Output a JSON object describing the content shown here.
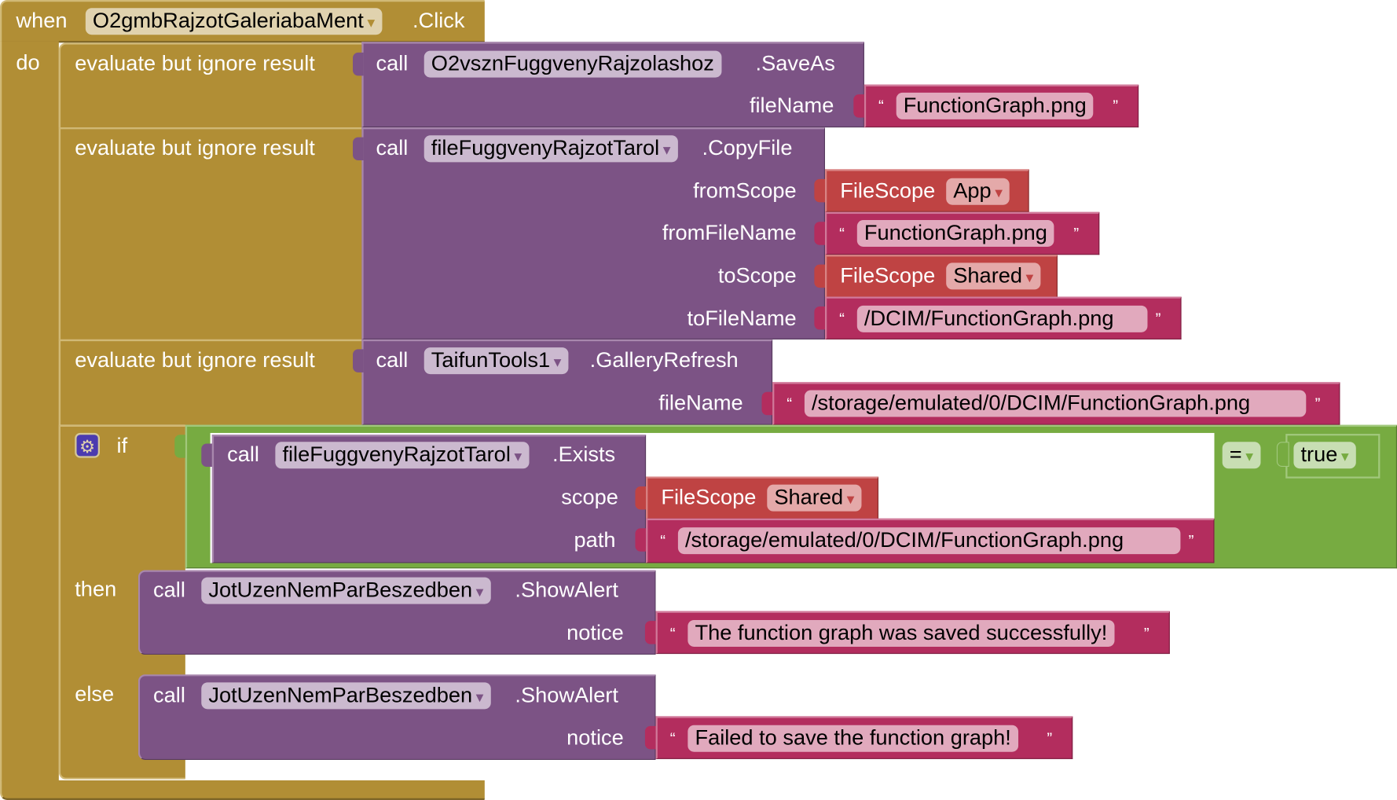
{
  "event": {
    "when_label": "when",
    "component": "O2gmbRajzotGaleriabaMent",
    "event_name": ".Click",
    "do_label": "do"
  },
  "colors": {
    "control": "#b18e35",
    "component_call": "#7c5385",
    "text": "#b32d5e",
    "filescope": "#bf4343",
    "logic": "#77ab41"
  },
  "statements": [
    {
      "label": "evaluate but ignore result",
      "call_label": "call",
      "component": "O2vsznFuggvenyRajzolashoz",
      "method": ".SaveAs",
      "args": [
        {
          "name": "fileName",
          "type": "text",
          "value": "FunctionGraph.png"
        }
      ]
    },
    {
      "label": "evaluate but ignore result",
      "call_label": "call",
      "component": "fileFuggvenyRajzotTarol",
      "method": ".CopyFile",
      "args": [
        {
          "name": "fromScope",
          "type": "filescope",
          "prefix": "FileScope",
          "value": "App"
        },
        {
          "name": "fromFileName",
          "type": "text",
          "value": "FunctionGraph.png"
        },
        {
          "name": "toScope",
          "type": "filescope",
          "prefix": "FileScope",
          "value": "Shared"
        },
        {
          "name": "toFileName",
          "type": "text",
          "value": "/DCIM/FunctionGraph.png"
        }
      ]
    },
    {
      "label": "evaluate but ignore result",
      "call_label": "call",
      "component": "TaifunTools1",
      "method": ".GalleryRefresh",
      "args": [
        {
          "name": "fileName",
          "type": "text",
          "value": "/storage/emulated/0/DCIM/FunctionGraph.png"
        }
      ]
    }
  ],
  "if_block": {
    "if_label": "if",
    "gear_icon": "gear-icon",
    "condition": {
      "call_label": "call",
      "component": "fileFuggvenyRajzotTarol",
      "method": ".Exists",
      "args": [
        {
          "name": "scope",
          "type": "filescope",
          "prefix": "FileScope",
          "value": "Shared"
        },
        {
          "name": "path",
          "type": "text",
          "value": "/storage/emulated/0/DCIM/FunctionGraph.png"
        }
      ],
      "operator": "=",
      "compare_value": "true"
    },
    "then_label": "then",
    "then": {
      "call_label": "call",
      "component": "JotUzenNemParBeszedben",
      "method": ".ShowAlert",
      "arg_name": "notice",
      "arg_value": "The function graph was saved successfully!"
    },
    "else_label": "else",
    "else": {
      "call_label": "call",
      "component": "JotUzenNemParBeszedben",
      "method": ".ShowAlert",
      "arg_name": "notice",
      "arg_value": "Failed to save the function graph!"
    }
  },
  "glyphs": {
    "dropdown": "▾",
    "open_quote": "“",
    "close_quote": "”",
    "gear": "⚙"
  }
}
